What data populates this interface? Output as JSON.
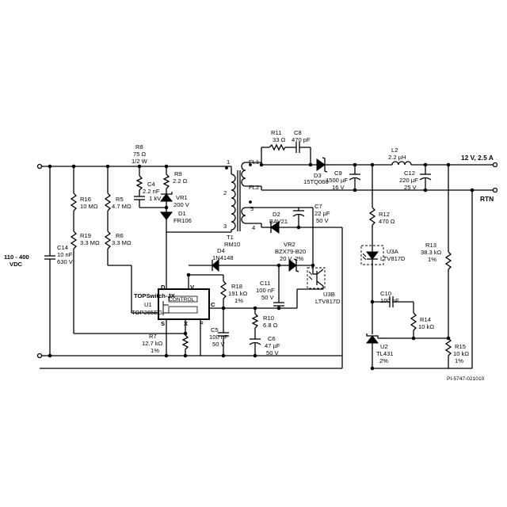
{
  "input": {
    "line1": "110 - 400",
    "line2": "VDC"
  },
  "output": {
    "pos": "12 V, 2.5 A",
    "rtn": "RTN"
  },
  "parts": {
    "C14": {
      "ref": "C14",
      "v1": "10 nF",
      "v2": "630 V"
    },
    "R16": {
      "ref": "R16",
      "v1": "10 MΩ"
    },
    "R19": {
      "ref": "R19",
      "v1": "3.3 MΩ"
    },
    "R5": {
      "ref": "R5",
      "v1": "4.7 MΩ"
    },
    "R6": {
      "ref": "R6",
      "v1": "3.3 MΩ"
    },
    "R8": {
      "ref": "R8",
      "v1": "75 Ω",
      "v2": "1/2 W"
    },
    "C4": {
      "ref": "C4",
      "v1": "2.2 nF",
      "v2": "1 kV"
    },
    "R9": {
      "ref": "R9",
      "v1": "2.2 Ω"
    },
    "VR1": {
      "ref": "VR1",
      "v1": "200 V"
    },
    "D1": {
      "ref": "D1",
      "v1": "FR106"
    },
    "T1": {
      "ref": "T1",
      "v1": "RM10"
    },
    "pins": {
      "p1": "1",
      "p2": "2",
      "p3": "3",
      "p4": "4",
      "p5": "5",
      "fl1": "FL1",
      "fl2": "FL2"
    },
    "R11": {
      "ref": "R11",
      "v1": "33 Ω"
    },
    "C8": {
      "ref": "C8",
      "v1": "470 pF"
    },
    "D3": {
      "ref": "D3",
      "v1": "15TQ060"
    },
    "C9": {
      "ref": "C9",
      "v1": "1500 µF",
      "v2": "16 V"
    },
    "L2": {
      "ref": "L2",
      "v1": "2.2 µH"
    },
    "C12": {
      "ref": "C12",
      "v1": "220 µF",
      "v2": "25 V"
    },
    "D2": {
      "ref": "D2",
      "v1": "BAV21"
    },
    "C7": {
      "ref": "C7",
      "v1": "22 µF",
      "v2": "50 V"
    },
    "D4": {
      "ref": "D4",
      "v1": "1N4148"
    },
    "VR2": {
      "ref": "VR2",
      "v1": "BZX79-B20",
      "v2": "20 V, 2%"
    },
    "R12": {
      "ref": "R12",
      "v1": "470 Ω"
    },
    "U3A": {
      "ref": "U3A",
      "v1": "LTV817D"
    },
    "R13": {
      "ref": "R13",
      "v1": "38.3 kΩ",
      "v2": "1%"
    },
    "U3B": {
      "ref": "U3B",
      "v1": "LTV817D"
    },
    "R18": {
      "ref": "R18",
      "v1": "191 kΩ",
      "v2": "1%"
    },
    "C11": {
      "ref": "C11",
      "v1": "100 nF",
      "v2": "50 V"
    },
    "C10": {
      "ref": "C10",
      "v1": "100 nF"
    },
    "R14": {
      "ref": "R14",
      "v1": "10 kΩ"
    },
    "R10": {
      "ref": "R10",
      "v1": "6.8 Ω"
    },
    "C6": {
      "ref": "C6",
      "v1": "47 µF",
      "v2": "50 V"
    },
    "C5": {
      "ref": "C5",
      "v1": "100 nF",
      "v2": "50 V"
    },
    "R7": {
      "ref": "R7",
      "v1": "12.7 kΩ",
      "v2": "1%"
    },
    "U2": {
      "ref": "U2",
      "v1": "TL431",
      "v2": "2%"
    },
    "R15": {
      "ref": "R15",
      "v1": "10 kΩ",
      "v2": "1%"
    }
  },
  "ic": {
    "family": "TOPSwitch-JX",
    "ref": "U1",
    "part": "TOP265EG",
    "block": "CONTROL",
    "pin_d": "D",
    "pin_v": "V",
    "pin_c": "C",
    "pin_s": "S",
    "pin_x": "X",
    "pin_f": "F"
  },
  "footer": "PI-5747-021010"
}
